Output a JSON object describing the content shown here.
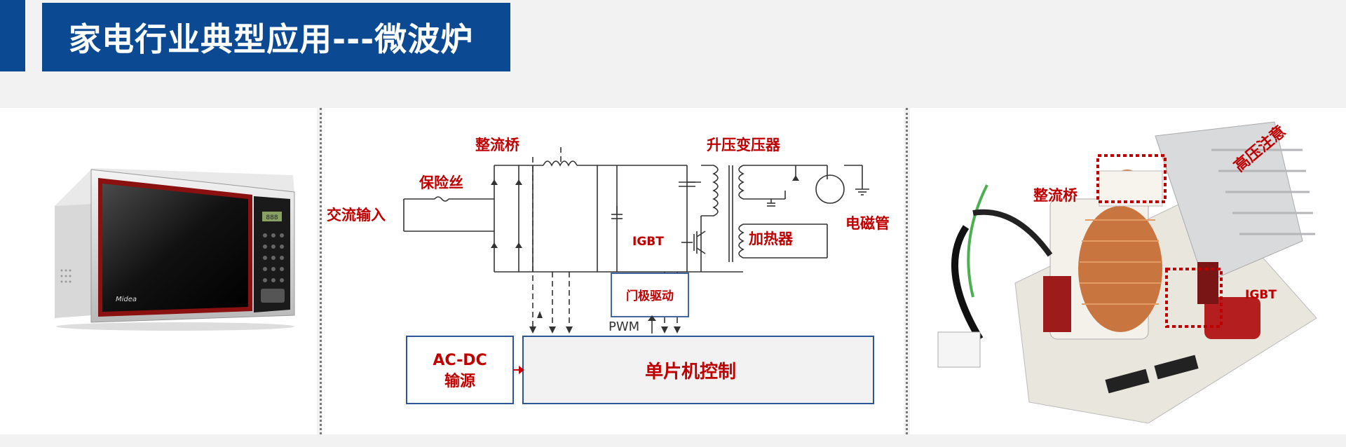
{
  "header": {
    "title": "家电行业典型应用---微波炉"
  },
  "product": {
    "brand": "Midea",
    "display": "888"
  },
  "circuit": {
    "labels": {
      "rectifier": "整流桥",
      "fuse": "保险丝",
      "ac_input": "交流输入",
      "transformer": "升压变压器",
      "magnetron": "电磁管",
      "heater": "加热器",
      "igbt": "IGBT",
      "gate_driver": "门极驱动",
      "pwm": "PWM",
      "mcu": "单片机控制",
      "acdc_line1": "AC-DC",
      "acdc_line2": "输源"
    }
  },
  "photo": {
    "rectifier_label": "整流桥",
    "igbt_label": "IGBT",
    "warning_text": "高压注意"
  },
  "colors": {
    "brand_blue": "#0b4a93",
    "label_red": "#c00000",
    "box_blue": "#2f5597"
  }
}
